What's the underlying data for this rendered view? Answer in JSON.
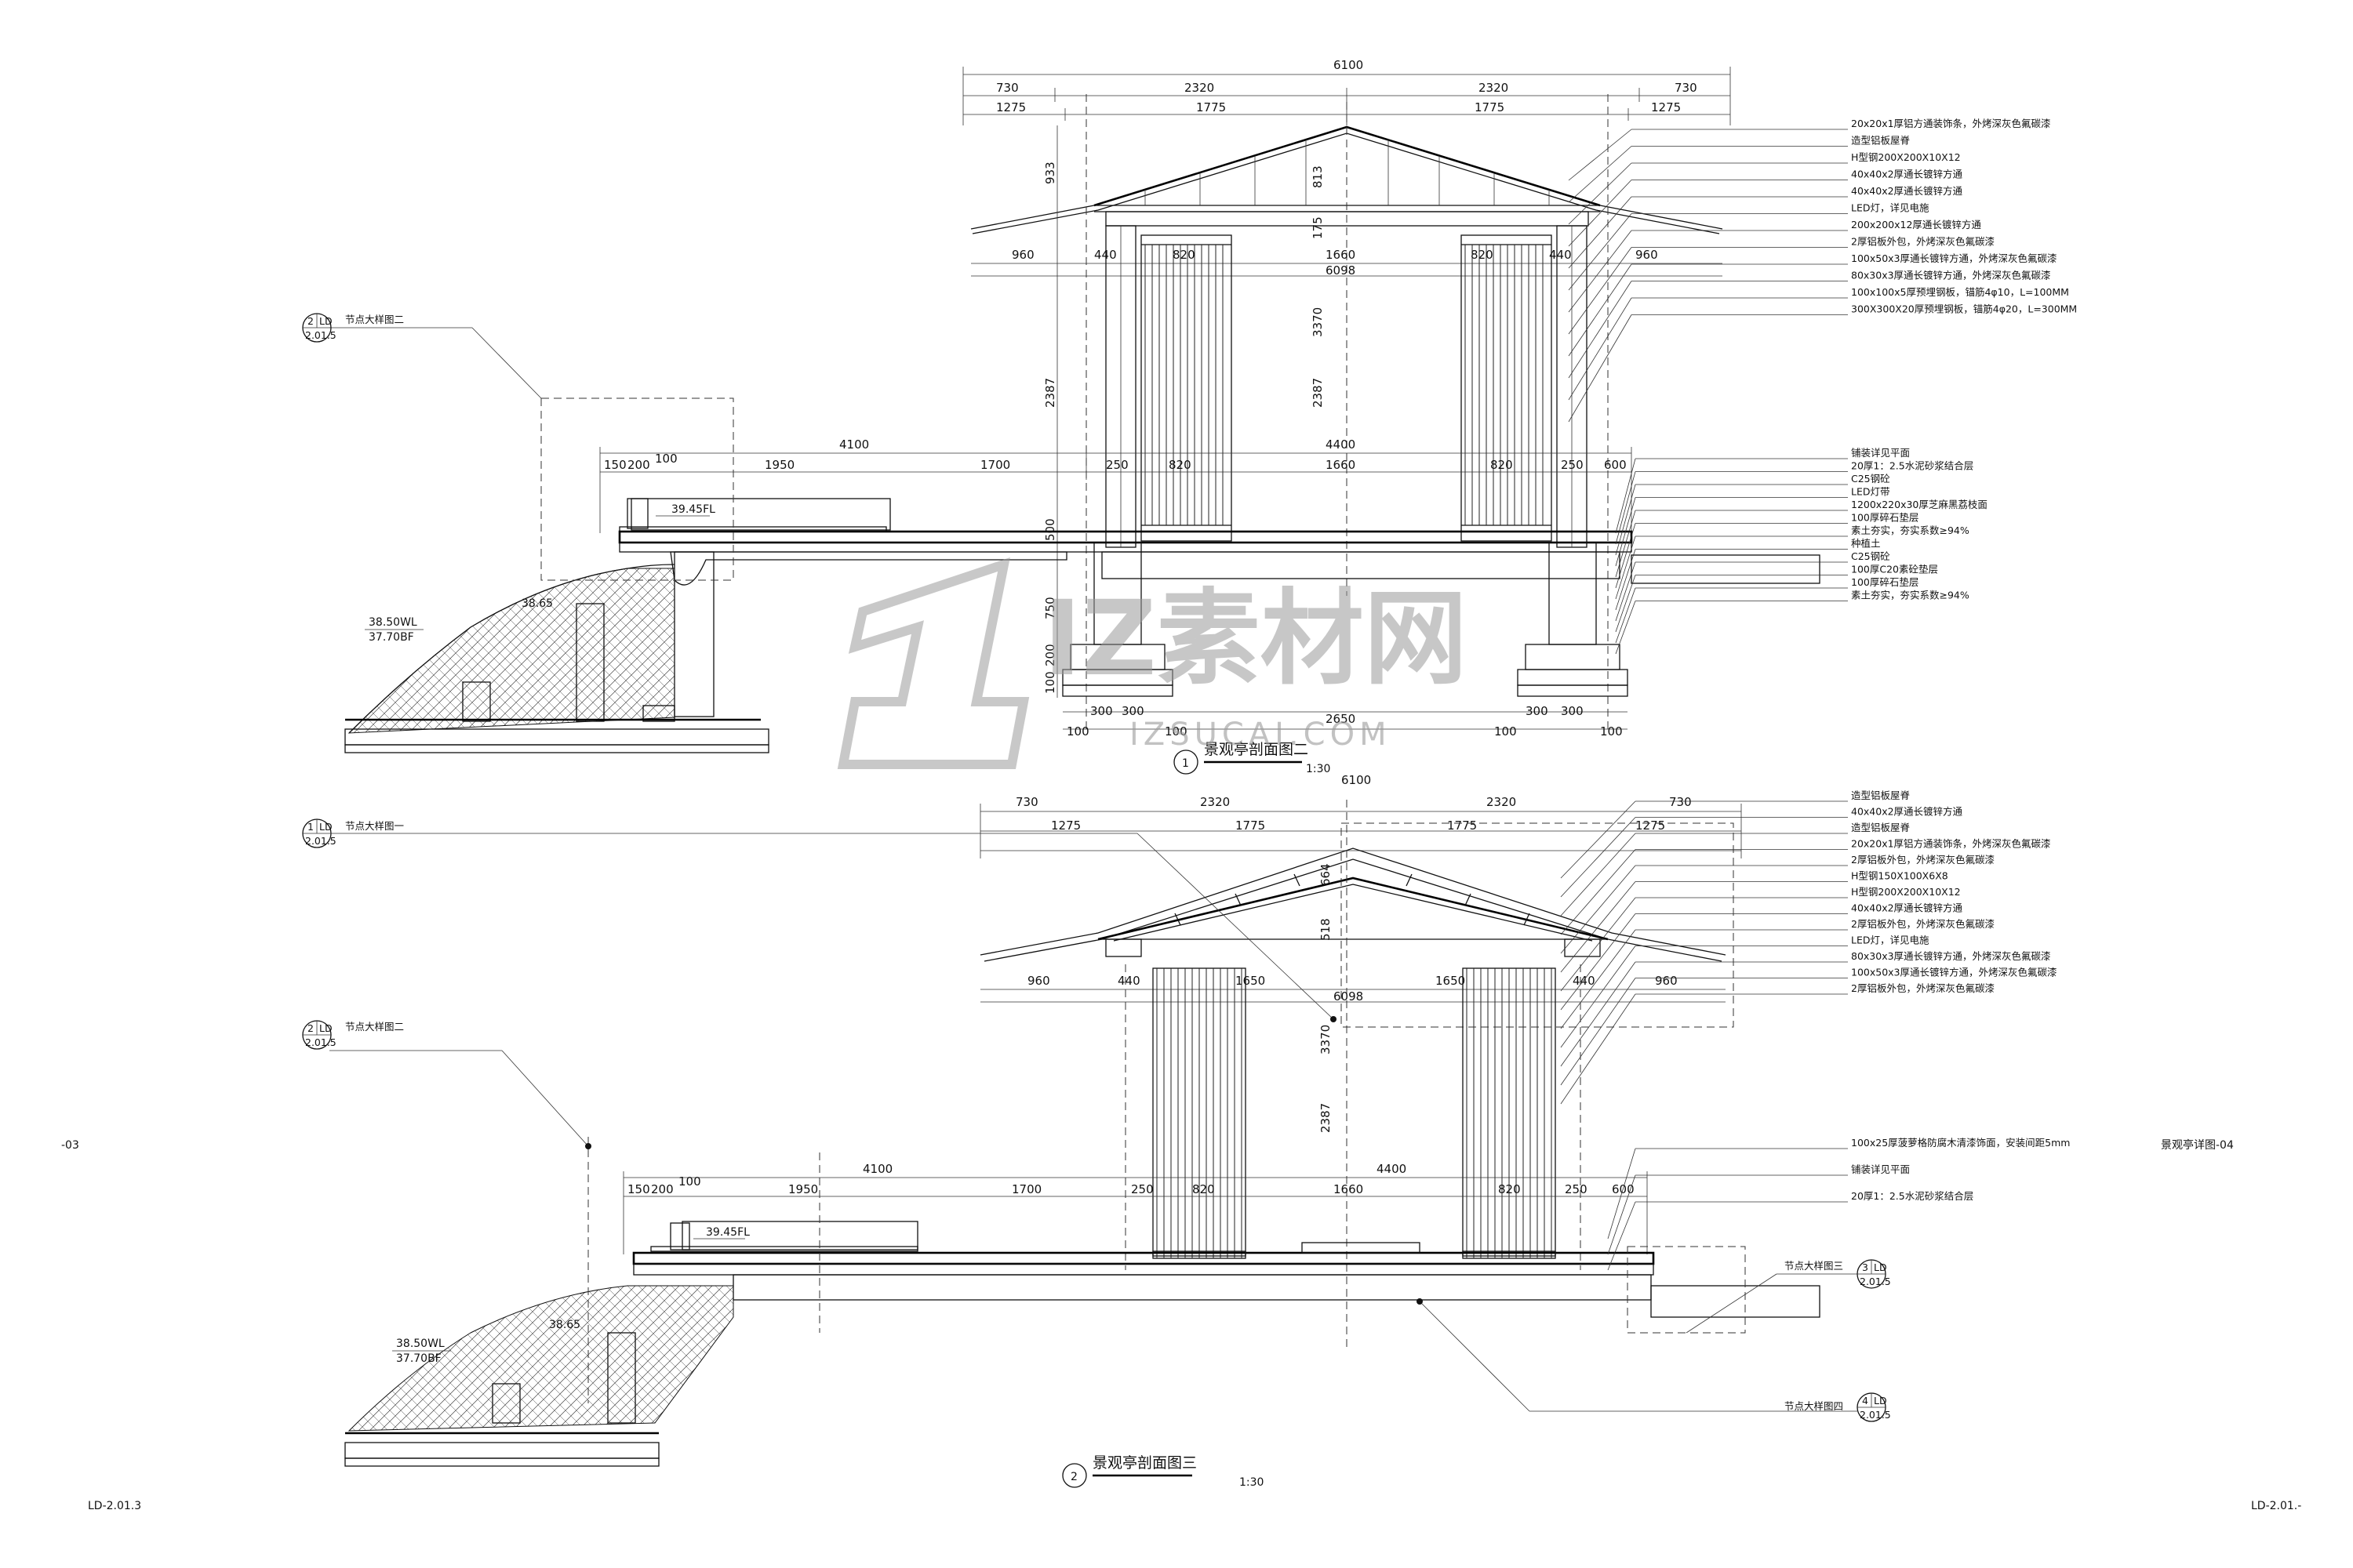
{
  "drawing": {
    "sheet_ref_left": "-03",
    "sheet_no_left": "LD-2.01.3",
    "sheet_title_right": "景观亭详图-04",
    "sheet_no_right": "LD-2.01.-"
  },
  "watermark": {
    "main": "IZ素材网",
    "sub": "IZSUCAI.COM"
  },
  "section_top": {
    "number": "1",
    "title": "景观亭剖面图二",
    "scale": "1:30",
    "dims_overall": "6100",
    "dims_row1": [
      "730",
      "2320",
      "2320",
      "730"
    ],
    "dims_row2": [
      "1275",
      "1775",
      "1775",
      "1275"
    ],
    "dims_eave": [
      "960",
      "440",
      "820",
      "1660",
      "820",
      "440",
      "960"
    ],
    "eave_total": "6098",
    "dim_vertical": [
      "933",
      "813",
      "175",
      "3370",
      "2387",
      "2387",
      "500",
      "750",
      "200",
      "100"
    ],
    "deck_dims_a": [
      "4100",
      "4400"
    ],
    "deck_dims_b": [
      "150",
      "200",
      "100",
      "1950",
      "1700",
      "250",
      "820",
      "1660",
      "820",
      "250",
      "600"
    ],
    "footing_dims": [
      "100",
      "300",
      "300",
      "100",
      "2650",
      "100",
      "300",
      "300",
      "100"
    ],
    "level_deck": "39.45FL",
    "level_wl": "38.50WL",
    "level_bf": "37.70BF",
    "level_slope": "38.65",
    "callout_left": {
      "label": "节点大样图二",
      "num": "2",
      "ref": "LD",
      "sheet": "2.01.5"
    },
    "notes": [
      "20x20x1厚铝方通装饰条，外烤深灰色氟碳漆",
      "造型铝板屋脊",
      "H型钢200X200X10X12",
      "40x40x2厚通长镀锌方通",
      "40x40x2厚通长镀锌方通",
      "LED灯，详见电施",
      "200x200x12厚通长镀锌方通",
      "2厚铝板外包，外烤深灰色氟碳漆",
      "100x50x3厚通长镀锌方通，外烤深灰色氟碳漆",
      "80x30x3厚通长镀锌方通，外烤深灰色氟碳漆",
      "100x100x5厚预埋钢板，锚筋4φ10，L=100MM",
      "300X300X20厚预埋钢板，锚筋4φ20，L=300MM",
      "铺装详见平面",
      "20厚1：2.5水泥砂浆结合层",
      "C25钢砼",
      "LED灯带",
      "1200x220x30厚芝麻黑荔枝面",
      "100厚碎石垫层",
      "素土夯实，夯实系数≥94%",
      "种植土",
      "C25钢砼",
      "100厚C20素砼垫层",
      "100厚碎石垫层",
      "素土夯实，夯实系数≥94%"
    ]
  },
  "section_bottom": {
    "number": "2",
    "title": "景观亭剖面图三",
    "scale": "1:30",
    "dims_overall": "6100",
    "dims_row1": [
      "730",
      "2320",
      "2320",
      "730"
    ],
    "dims_row2": [
      "1275",
      "1775",
      "1775",
      "1275"
    ],
    "dims_eave": [
      "960",
      "440",
      "1650",
      "1650",
      "440",
      "960"
    ],
    "eave_total": "6098",
    "dim_vertical": [
      "664",
      "518",
      "3370",
      "2387"
    ],
    "deck_dims_a": [
      "4100",
      "4400"
    ],
    "deck_dims_b": [
      "150",
      "200",
      "100",
      "1950",
      "1700",
      "250",
      "820",
      "1660",
      "820",
      "250",
      "600"
    ],
    "level_deck": "39.45FL",
    "level_wl": "38.50WL",
    "level_bf": "37.70BF",
    "level_slope": "38.65",
    "callout_left_a": {
      "label": "节点大样图一",
      "num": "1",
      "ref": "LD",
      "sheet": "2.01.5"
    },
    "callout_left_b": {
      "label": "节点大样图二",
      "num": "2",
      "ref": "LD",
      "sheet": "2.01.5"
    },
    "callout_right_a": {
      "label": "节点大样图三",
      "num": "3",
      "ref": "LD",
      "sheet": "2.01.5"
    },
    "callout_right_b": {
      "label": "节点大样图四",
      "num": "4",
      "ref": "LD",
      "sheet": "2.01.5"
    },
    "notes": [
      "造型铝板屋脊",
      "40x40x2厚通长镀锌方通",
      "造型铝板屋脊",
      "20x20x1厚铝方通装饰条，外烤深灰色氟碳漆",
      "2厚铝板外包，外烤深灰色氟碳漆",
      "H型钢150X100X6X8",
      "H型钢200X200X10X12",
      "40x40x2厚通长镀锌方通",
      "2厚铝板外包，外烤深灰色氟碳漆",
      "LED灯，详见电施",
      "80x30x3厚通长镀锌方通，外烤深灰色氟碳漆",
      "100x50x3厚通长镀锌方通，外烤深灰色氟碳漆",
      "2厚铝板外包，外烤深灰色氟碳漆",
      "100x25厚菠萝格防腐木清漆饰面，安装间距5mm",
      "铺装详见平面",
      "20厚1：2.5水泥砂浆结合层"
    ]
  }
}
